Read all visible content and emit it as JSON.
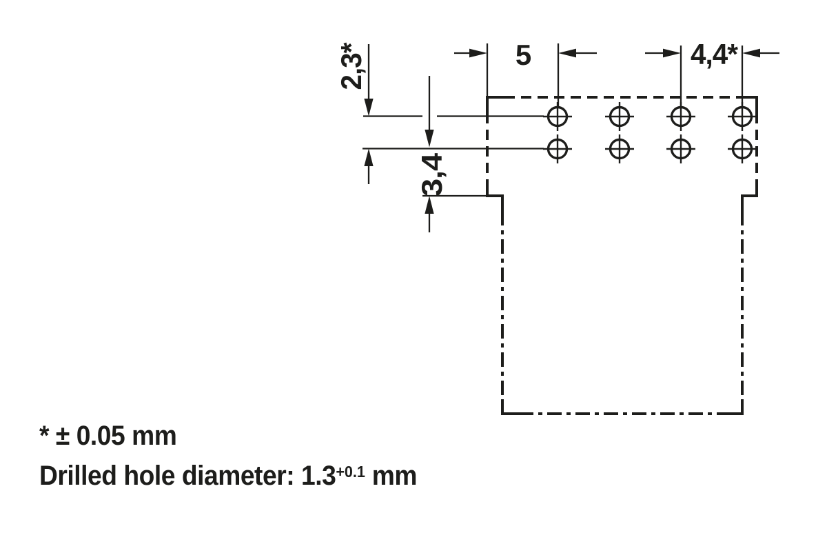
{
  "drawing": {
    "background": "#ffffff",
    "line_color": "#1d1d1b",
    "labels": {
      "row_pitch": "2,3*",
      "edge_to_hole": "5",
      "hole_pitch": "4,4*",
      "row_to_step": "3,4"
    }
  },
  "notes": {
    "tolerance": "* ± 0.05 mm",
    "hole_prefix": "Drilled hole diameter: 1.3",
    "hole_tolerance_sup": "+0.1",
    "hole_suffix": " mm"
  }
}
